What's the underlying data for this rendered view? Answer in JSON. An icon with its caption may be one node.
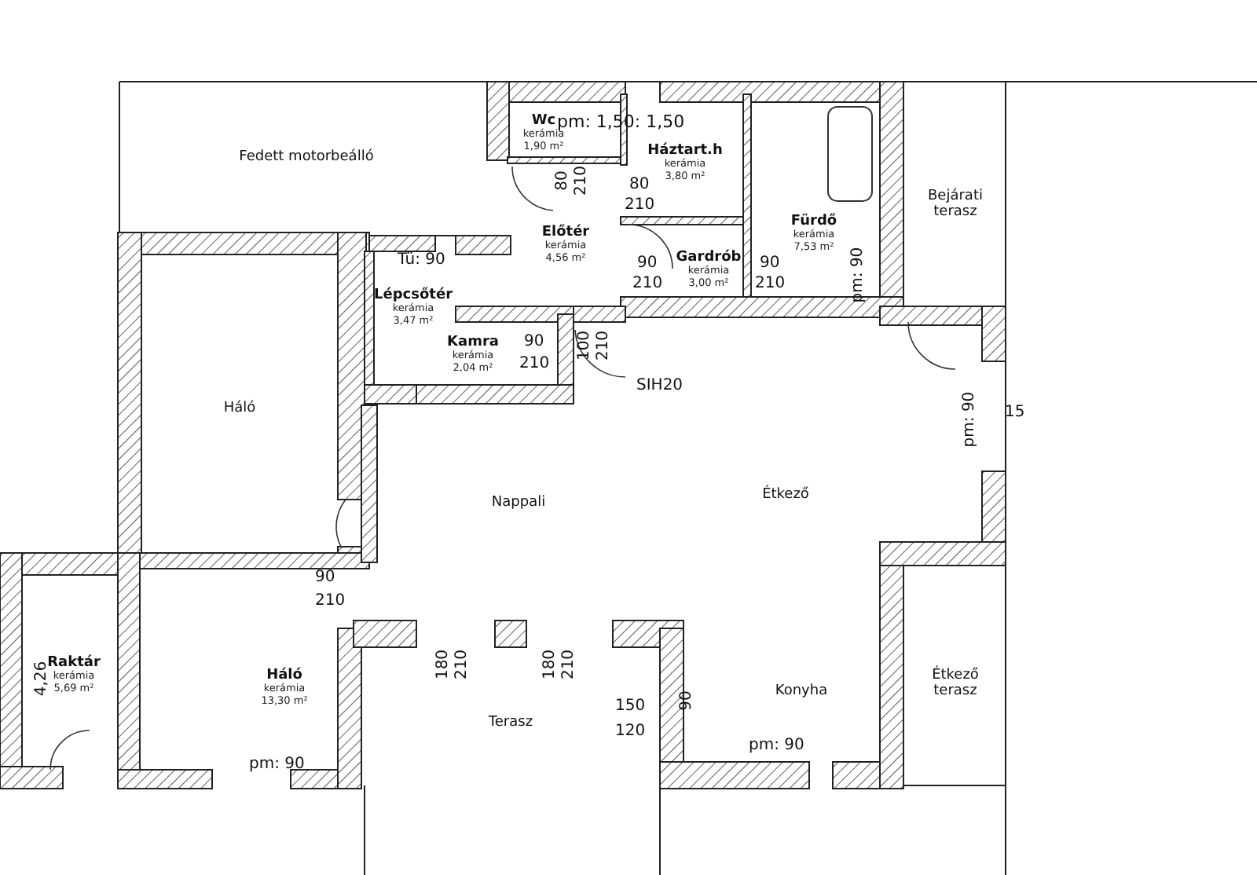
{
  "diagram": {
    "nodes": [
      {
        "text": [
          "Fedett motorbeálló"
        ]
      },
      {
        "text": [
          "Wc",
          "kerámia",
          "1,90 m²"
        ]
      },
      {
        "text": [
          "Háztart.h",
          "kerámia",
          "3,80 m²"
        ]
      },
      {
        "text": [
          "Fürdő",
          "kerámia",
          "7,53 m²"
        ]
      },
      {
        "text": [
          "Előtér",
          "kerámia",
          "4,56 m²"
        ]
      },
      {
        "text": [
          "Gardrób",
          "kerámia",
          "3,00 m²"
        ]
      },
      {
        "text": [
          "Lépcsőtér",
          "kerámia",
          "3,47 m²"
        ]
      },
      {
        "text": [
          "Kamra",
          "kerámia",
          "2,04 m²"
        ]
      },
      {
        "text": [
          "Háló"
        ]
      },
      {
        "text": [
          "Nappali"
        ]
      },
      {
        "text": [
          "Étkező"
        ]
      },
      {
        "text": [
          "Bejárati terasz"
        ]
      },
      {
        "text": [
          "Raktár",
          "kerámia",
          "5,69 m²"
        ]
      },
      {
        "text": [
          "Háló",
          "kerámia",
          "13,30 m²"
        ]
      },
      {
        "text": [
          "Terasz"
        ]
      },
      {
        "text": [
          "Konyha"
        ]
      },
      {
        "text": [
          "Étkező terasz"
        ]
      }
    ],
    "edges": [],
    "labels": [
      "pm: 1,50: 1,50",
      "80",
      "210",
      "80",
      "210",
      "Tü: 90",
      "90",
      "210",
      "90",
      "210",
      "pm: 90",
      "90",
      "210",
      "100",
      "210",
      "SIH20",
      "pm: 90",
      "15",
      "90",
      "210",
      "4,26",
      "180",
      "210",
      "180",
      "210",
      "150",
      "120",
      "90",
      "pm: 90",
      "pm: 90"
    ]
  }
}
